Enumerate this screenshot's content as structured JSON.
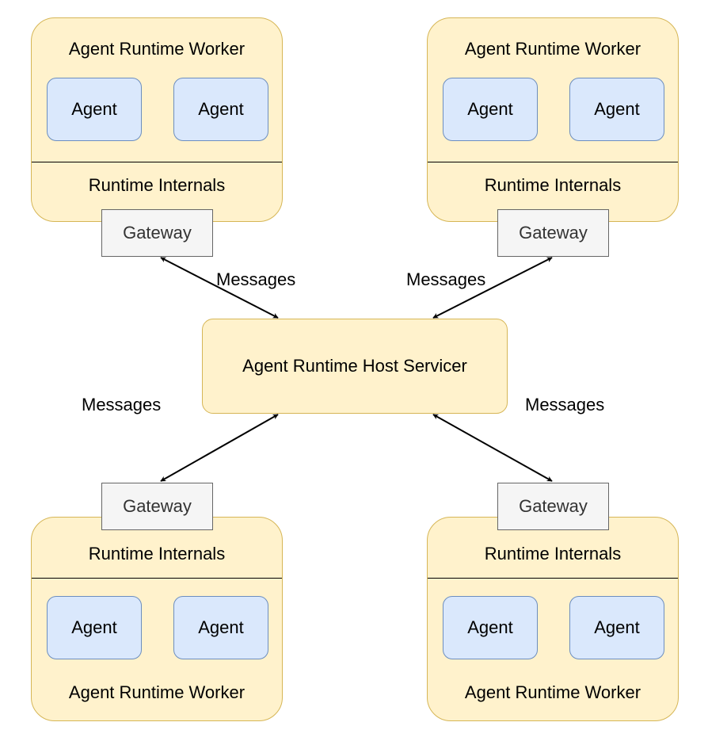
{
  "host": {
    "label": "Agent Runtime Host Servicer"
  },
  "workers": [
    {
      "title": "Agent Runtime Worker",
      "internals": "Runtime Internals",
      "agents": [
        "Agent",
        "Agent"
      ],
      "gateway": "Gateway"
    },
    {
      "title": "Agent Runtime Worker",
      "internals": "Runtime Internals",
      "agents": [
        "Agent",
        "Agent"
      ],
      "gateway": "Gateway"
    },
    {
      "title": "Agent Runtime Worker",
      "internals": "Runtime Internals",
      "agents": [
        "Agent",
        "Agent"
      ],
      "gateway": "Gateway"
    },
    {
      "title": "Agent Runtime Worker",
      "internals": "Runtime Internals",
      "agents": [
        "Agent",
        "Agent"
      ],
      "gateway": "Gateway"
    }
  ],
  "edges": [
    {
      "label": "Messages"
    },
    {
      "label": "Messages"
    },
    {
      "label": "Messages"
    },
    {
      "label": "Messages"
    }
  ],
  "colors": {
    "worker_fill": "#fff2cc",
    "worker_stroke": "#d6b656",
    "agent_fill": "#dae8fc",
    "agent_stroke": "#6c8ebf",
    "gateway_fill": "#f5f5f5",
    "gateway_stroke": "#666666"
  }
}
